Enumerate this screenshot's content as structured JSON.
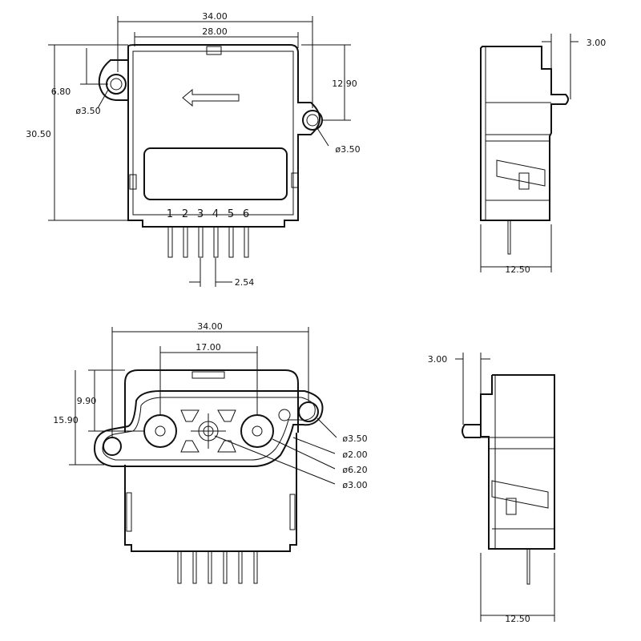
{
  "front_view": {
    "dims": {
      "width_overall": "34.00",
      "width_body": "28.00",
      "height_total": "30.50",
      "hole_offset_left": "6.80",
      "hole_offset_right": "12.90",
      "hole_dia_left": "ø3.50",
      "hole_dia_right": "ø3.50",
      "pin_pitch": "2.54"
    },
    "pin_numbers": [
      "1",
      "2",
      "3",
      "4",
      "5",
      "6"
    ]
  },
  "side_view_top": {
    "dims": {
      "port_length": "3.00",
      "depth": "12.50"
    }
  },
  "bottom_view": {
    "dims": {
      "width_overall": "34.00",
      "port_spacing": "17.00",
      "height_a": "9.90",
      "height_b": "15.90",
      "hole_dia": "ø3.50",
      "center_dia": "ø2.00",
      "port_outer_dia": "ø6.20",
      "port_inner_dia": "ø3.00"
    }
  },
  "side_view_bottom": {
    "dims": {
      "port_length": "3.00",
      "depth": "12.50"
    }
  }
}
